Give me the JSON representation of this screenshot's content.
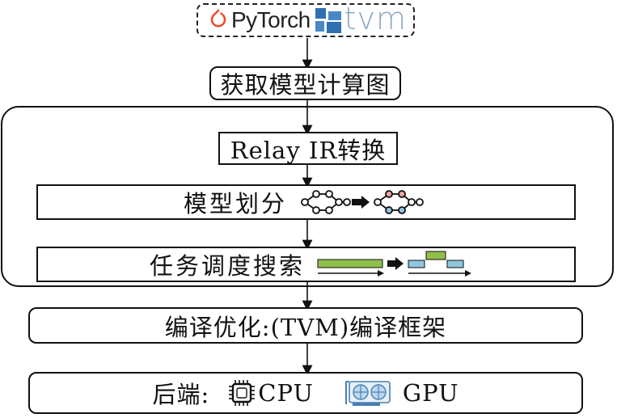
{
  "frameworks": {
    "pytorch_label": "PyTorch",
    "tvm_label": "tvm"
  },
  "steps": {
    "get_graph": "获取模型计算图",
    "relay_convert": "Relay IR转换",
    "partition": "模型划分",
    "task_search": "任务调度搜索",
    "compile_opt": "编译优化:(TVM)编译框架",
    "backend": "后端:",
    "cpu": "CPU",
    "gpu": "GPU"
  },
  "colors": {
    "pytorch": "#ee4c2c",
    "tvm_blue": "#2f6fb3",
    "bar_green": "#8fbf4a",
    "bar_blue": "#8fc5e0"
  }
}
